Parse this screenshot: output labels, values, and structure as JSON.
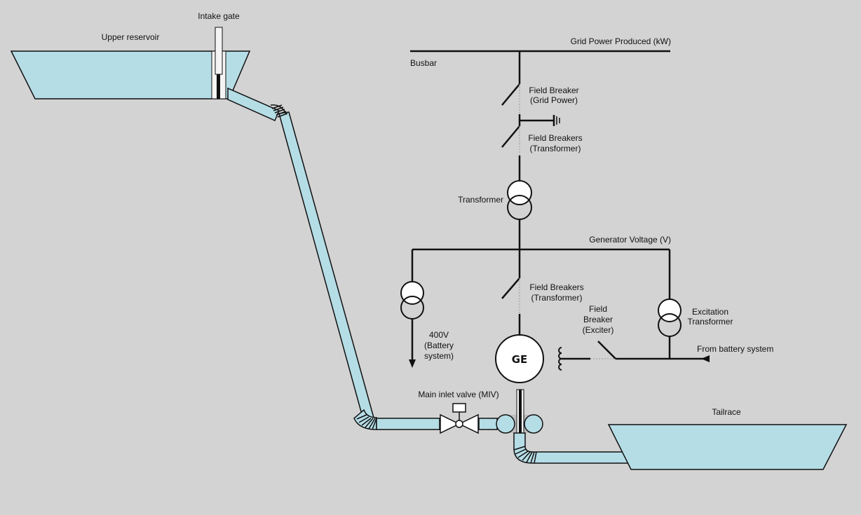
{
  "labels": {
    "intake_gate": "Intake gate",
    "upper_reservoir": "Upper reservoir",
    "grid_power": "Grid Power Produced (kW)",
    "busbar": "Busbar",
    "field_breaker_grid_1": "Field Breaker",
    "field_breaker_grid_2": "(Grid Power)",
    "field_breakers_tx1_1": "Field Breakers",
    "field_breakers_tx1_2": "(Transformer)",
    "transformer": "Transformer",
    "generator_voltage": "Generator Voltage (V)",
    "field_breakers_tx2_1": "Field Breakers",
    "field_breakers_tx2_2": "(Transformer)",
    "battery_400v_1": "400V",
    "battery_400v_2": "(Battery",
    "battery_400v_3": "system)",
    "field_breaker_exciter_1": "Field",
    "field_breaker_exciter_2": "Breaker",
    "field_breaker_exciter_3": "(Exciter)",
    "excitation_tx_1": "Excitation",
    "excitation_tx_2": "Transformer",
    "from_battery": "From battery system",
    "generator": "GE",
    "miv": "Main inlet valve (MIV)",
    "tailrace": "Tailrace"
  },
  "colors": {
    "background": "#d3d3d3",
    "water": "#b5dde6",
    "line": "#111111"
  }
}
